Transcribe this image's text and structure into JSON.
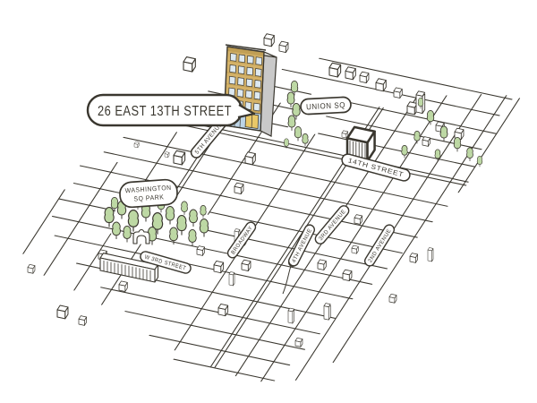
{
  "map": {
    "callout": {
      "text": "26 EAST 13TH STREET"
    },
    "places": {
      "union_sq": "UNION SQ",
      "washington_line1": "WASHINGTON",
      "washington_line2": "SQ PARK"
    },
    "streets": {
      "fifth_avenue": "5TH AVENUE",
      "fourteenth_street": "14TH STREET",
      "w_3rd_street": "W 3RD STREET",
      "broadway": "BROADWAY",
      "fourth_avenue": "4TH AVENUE",
      "third_avenue": "3RD AVENUE",
      "second_avenue": "2ND AVENUE"
    }
  },
  "colors": {
    "paper": "#ffffff",
    "ink": "#3a372f",
    "tree_green": "#bdd8a4",
    "building_tan": "#d4b269",
    "building_band": "#c19f55",
    "building_side": "#c9c9c9",
    "awning_blue": "#5b87cf",
    "storefront_blue": "#bcd4e6",
    "shop_window_yellow": "#e9c868",
    "window_pane": "#dde9f1"
  }
}
